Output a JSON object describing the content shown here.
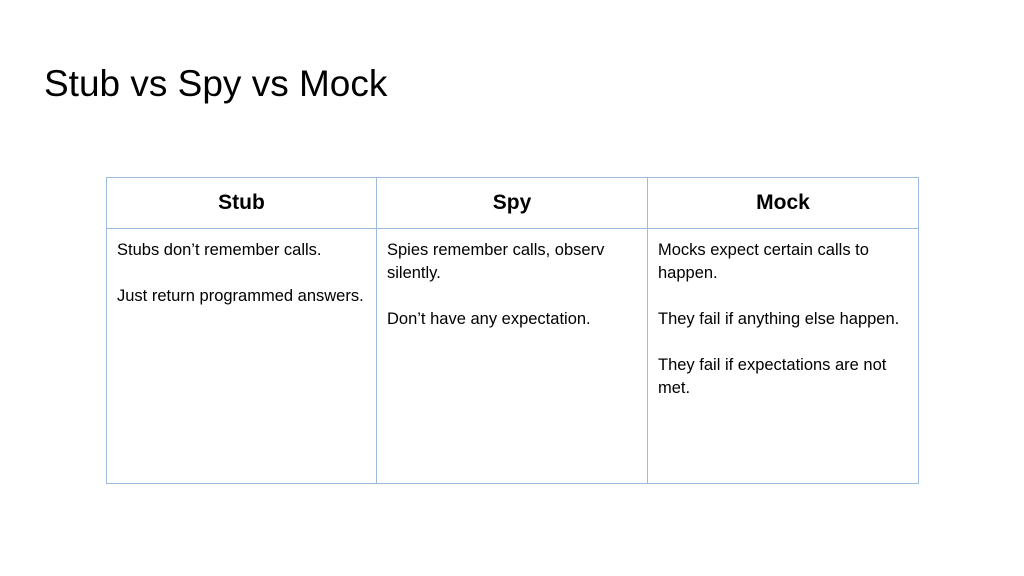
{
  "slide": {
    "title": "Stub vs Spy vs Mock"
  },
  "table": {
    "headers": [
      "Stub",
      "Spy",
      "Mock"
    ],
    "columns": [
      {
        "paragraphs": [
          "Stubs don’t remember calls.",
          "Just return programmed answers."
        ]
      },
      {
        "paragraphs": [
          "Spies remember calls, observ silently.",
          "Don’t have any expectation."
        ]
      },
      {
        "paragraphs": [
          "Mocks expect certain calls to happen.",
          "They fail if anything else happen.",
          "They fail if expectations are not met."
        ]
      }
    ]
  },
  "colors": {
    "table_border": "#9dbbdf",
    "text": "#000000",
    "background": "#ffffff"
  }
}
